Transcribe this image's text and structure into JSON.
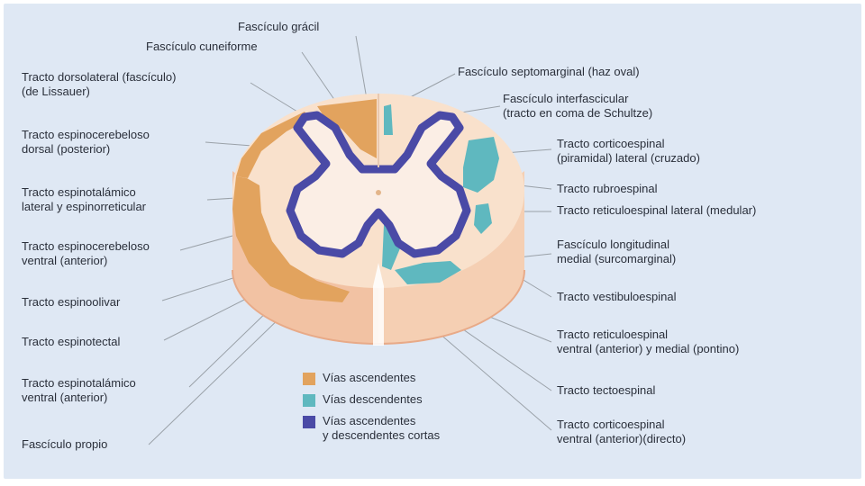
{
  "labels": {
    "fasciculo_gracil": "Fascículo grácil",
    "fasciculo_cuneiforme": "Fascículo cuneiforme",
    "dorsolateral_1": "Tracto dorsolateral (fascículo)",
    "dorsolateral_2": "(de Lissauer)",
    "espinocerebeloso_dorsal_1": "Tracto espinocerebeloso",
    "espinocerebeloso_dorsal_2": "dorsal (posterior)",
    "espinotalamico_lateral_1": "Tracto espinotalámico",
    "espinotalamico_lateral_2": "lateral y espinorreticular",
    "espinocerebeloso_ventral_1": "Tracto espinocerebeloso",
    "espinocerebeloso_ventral_2": "ventral (anterior)",
    "espinoolivar": "Tracto espinoolivar",
    "espinotectal": "Tracto espinotectal",
    "espinotalamico_ventral_1": "Tracto espinotalámico",
    "espinotalamico_ventral_2": "ventral (anterior)",
    "fasciculo_propio": "Fascículo propio",
    "septomarginal": "Fascículo septomarginal (haz oval)",
    "interfascicular_1": "Fascículo interfascicular",
    "interfascicular_2": "(tracto en coma  de Schultze)",
    "corticoespinal_lateral_1": "Tracto corticoespinal",
    "corticoespinal_lateral_2": "(piramidal) lateral (cruzado)",
    "rubroespinal": "Tracto rubroespinal",
    "reticuloespinal_lateral": "Tracto reticuloespinal lateral (medular)",
    "longitudinal_medial_1": "Fascículo longitudinal",
    "longitudinal_medial_2": "medial (surcomarginal)",
    "vestibuloespinal": "Tracto vestibuloespinal",
    "reticuloespinal_ventral_1": "Tracto reticuloespinal",
    "reticuloespinal_ventral_2": "ventral (anterior) y medial (pontino)",
    "tectoespinal": "Tracto tectoespinal",
    "corticoespinal_ventral_1": "Tracto corticoespinal",
    "corticoespinal_ventral_2": "ventral (anterior)(directo)"
  },
  "legend": {
    "ascendentes": "Vías ascendentes",
    "descendentes": "Vías descendentes",
    "cortas_1": "Vías ascendentes",
    "cortas_2": "y descendentes cortas"
  },
  "colors": {
    "ascending": "#e2a35e",
    "descending": "#5fb8bf",
    "short": "#4a4aa6",
    "white_matter": "#f9e1cc",
    "gray_matter": "#fbeee5",
    "side": "#f2c2a3"
  }
}
